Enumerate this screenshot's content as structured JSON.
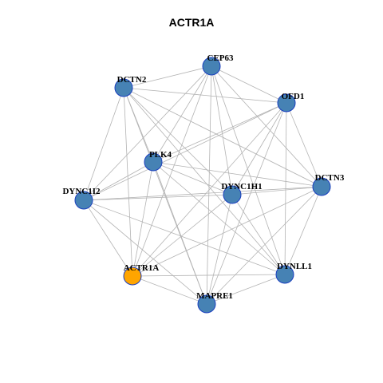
{
  "title": "ACTR1A",
  "colors": {
    "node_default": "#4682B4",
    "node_highlight": "#FFA500",
    "node_border": "#1A3FBF",
    "edge": "#B3B3B3"
  },
  "nodes": [
    {
      "id": "CEP63",
      "label": "CEP63",
      "highlight": false
    },
    {
      "id": "DCTN2",
      "label": "DCTN2",
      "highlight": false
    },
    {
      "id": "OFD1",
      "label": "OFD1",
      "highlight": false
    },
    {
      "id": "PLK4",
      "label": "PLK4",
      "highlight": false
    },
    {
      "id": "DYNC1H1",
      "label": "DYNC1H1",
      "highlight": false
    },
    {
      "id": "DCTN3",
      "label": "DCTN3",
      "highlight": false
    },
    {
      "id": "DYNC1I2",
      "label": "DYNC1I2",
      "highlight": false
    },
    {
      "id": "ACTR1A",
      "label": "ACTR1A",
      "highlight": true
    },
    {
      "id": "DYNLL1",
      "label": "DYNLL1",
      "highlight": false
    },
    {
      "id": "MAPRE1",
      "label": "MAPRE1",
      "highlight": false
    }
  ],
  "edges": [
    [
      "CEP63",
      "DCTN2"
    ],
    [
      "CEP63",
      "OFD1"
    ],
    [
      "CEP63",
      "PLK4"
    ],
    [
      "CEP63",
      "DYNC1H1"
    ],
    [
      "CEP63",
      "DCTN3"
    ],
    [
      "CEP63",
      "DYNC1I2"
    ],
    [
      "CEP63",
      "ACTR1A"
    ],
    [
      "CEP63",
      "DYNLL1"
    ],
    [
      "CEP63",
      "MAPRE1"
    ],
    [
      "DCTN2",
      "OFD1"
    ],
    [
      "DCTN2",
      "PLK4"
    ],
    [
      "DCTN2",
      "DYNC1H1"
    ],
    [
      "DCTN2",
      "DCTN3"
    ],
    [
      "DCTN2",
      "DYNC1I2"
    ],
    [
      "DCTN2",
      "ACTR1A"
    ],
    [
      "DCTN2",
      "DYNLL1"
    ],
    [
      "DCTN2",
      "MAPRE1"
    ],
    [
      "OFD1",
      "PLK4"
    ],
    [
      "OFD1",
      "DYNC1H1"
    ],
    [
      "OFD1",
      "DCTN3"
    ],
    [
      "OFD1",
      "DYNC1I2"
    ],
    [
      "OFD1",
      "ACTR1A"
    ],
    [
      "OFD1",
      "DYNLL1"
    ],
    [
      "OFD1",
      "MAPRE1"
    ],
    [
      "PLK4",
      "DYNC1H1"
    ],
    [
      "PLK4",
      "DCTN3"
    ],
    [
      "PLK4",
      "DYNC1I2"
    ],
    [
      "PLK4",
      "ACTR1A"
    ],
    [
      "PLK4",
      "DYNLL1"
    ],
    [
      "PLK4",
      "MAPRE1"
    ],
    [
      "DYNC1H1",
      "DCTN3"
    ],
    [
      "DYNC1H1",
      "DYNC1I2"
    ],
    [
      "DYNC1H1",
      "ACTR1A"
    ],
    [
      "DYNC1H1",
      "DYNLL1"
    ],
    [
      "DYNC1H1",
      "MAPRE1"
    ],
    [
      "DCTN3",
      "DYNC1I2"
    ],
    [
      "DCTN3",
      "ACTR1A"
    ],
    [
      "DCTN3",
      "DYNLL1"
    ],
    [
      "DCTN3",
      "MAPRE1"
    ],
    [
      "DYNC1I2",
      "ACTR1A"
    ],
    [
      "DYNC1I2",
      "DYNLL1"
    ],
    [
      "DYNC1I2",
      "MAPRE1"
    ],
    [
      "ACTR1A",
      "DYNLL1"
    ],
    [
      "ACTR1A",
      "MAPRE1"
    ],
    [
      "DYNLL1",
      "MAPRE1"
    ]
  ]
}
